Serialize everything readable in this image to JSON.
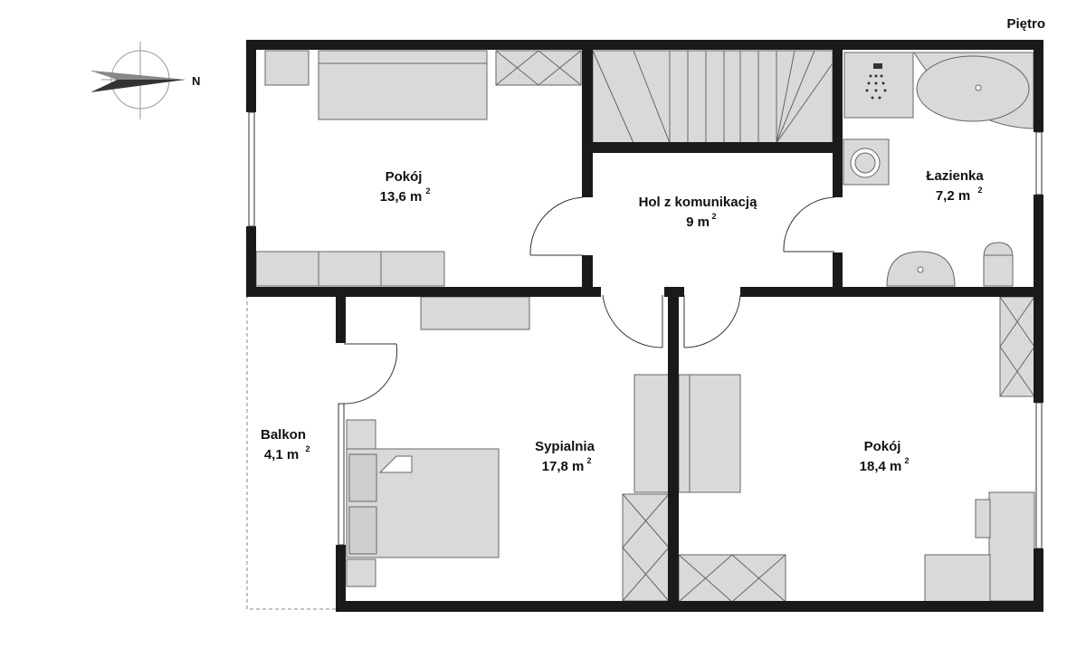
{
  "floor": {
    "title": "Piętro"
  },
  "compass": {
    "label": "N"
  },
  "rooms": {
    "pokoj_a": {
      "name": "Pokój",
      "area": "13,6 m",
      "unit_sup": "2"
    },
    "hol": {
      "name": "Hol z komunikacją",
      "area": "9 m",
      "unit_sup": "2"
    },
    "lazienka": {
      "name": "Łazienka",
      "area": "7,2 m",
      "unit_sup": "2"
    },
    "balkon": {
      "name": "Balkon",
      "area": "4,1 m",
      "unit_sup": "2"
    },
    "sypialnia": {
      "name": "Sypialnia",
      "area": "17,8 m",
      "unit_sup": "2"
    },
    "pokoj_b": {
      "name": "Pokój",
      "area": "18,4 m",
      "unit_sup": "2"
    }
  }
}
